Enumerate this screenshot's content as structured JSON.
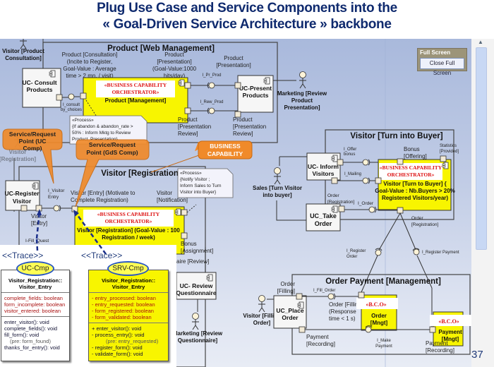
{
  "title": {
    "line1": "Plug Use Case and Service Components into the",
    "line2": "« Goal-Driven Service Architecture » backbone"
  },
  "full_screen": {
    "header": "Full Screen",
    "button": "Close Full Screen"
  },
  "page_number": "37",
  "packages": {
    "product": "Product [Web Management]",
    "registration": "Visitor [Registration]",
    "buyer": "Visitor [Turn into Buyer]",
    "order": "Order Payment [Management]"
  },
  "actors": {
    "visitor_product": [
      "Visitor [Product",
      "Consultation]"
    ],
    "marketing_review": [
      "Marketing [Review",
      "Product",
      "Presentation]"
    ],
    "sales": [
      "Sales [Turn Visitor",
      "into buyer]"
    ],
    "marketing_quest": [
      "Marketing [Review",
      "Questionnaire]"
    ],
    "visitor_filling": [
      "Visitor [Filling",
      "Order]"
    ],
    "visitor_registration": [
      "Visitor",
      "[Registration]"
    ]
  },
  "components": {
    "uc_consult": [
      "UC- Consult",
      "Products"
    ],
    "uc_present": [
      "UC-Present",
      "Products"
    ],
    "uc_register": [
      "UC-Register",
      "Visitor"
    ],
    "uc_inform": [
      "UC- Inform",
      "Visitors"
    ],
    "uc_take": [
      "UC_Take",
      "Order"
    ],
    "uc_review": [
      "UC- Review",
      "Questionnaire"
    ],
    "uc_place": [
      "UC_Place",
      "Order"
    ]
  },
  "orchestrators": {
    "stereotype": [
      "«BUSINESS CAPABILITY",
      "ORCHESTRATOR»"
    ],
    "bco": "«B.C.O»",
    "product": "Product [Management]",
    "registration": [
      "Visitor [Registration] (Goal-Value : 100",
      "Registration / week)"
    ],
    "buyer": [
      "Visitor [Turn to Buyer] {",
      "Goal-Value : Nb.Buyers > 20%",
      "Registered Visitors/year)"
    ],
    "order": [
      "Order",
      "[Mngt]"
    ],
    "payment": [
      "Payment",
      "[Mngt]"
    ]
  },
  "labels": {
    "product_consultation": [
      "Product [Consultation]",
      "(Incite to Register,",
      "Goal-Value : Average",
      "time > 2 mn. / visit)"
    ],
    "product_presentation_goal": [
      "Product",
      "[Presentation]",
      "(Goal-Value:1000",
      "hits/day)"
    ],
    "product_presentation": [
      "Product",
      "[Presentation]"
    ],
    "presentation_review": [
      "Product",
      "[Presentation",
      "Review]"
    ],
    "i_consult": [
      "I_consult",
      "by_choices"
    ],
    "i_pr_prod": "I_Pr_Prod",
    "i_rew_prod": "I_Rew_Prod",
    "i_visitor_entry": [
      "I_Visitor",
      "Entry"
    ],
    "visitor_entry_motivate": [
      "Visitor [Entry] (Motivate to",
      "Complete Registration)"
    ],
    "visitor_notification": [
      "Visitor",
      "[Notification]"
    ],
    "visitor_entry": [
      "Visitor",
      "[Entry]"
    ],
    "i_fill_quest": "I-Fill_Quest",
    "bonus_assignment": [
      "Bonus",
      "[Assignment]"
    ],
    "questionnaire_review": "aire [Review]",
    "i_offer_bonus": [
      "I_Offer",
      "bonus"
    ],
    "bonus_offering": [
      "Bonus",
      "[Offering]"
    ],
    "statistics": [
      "Statistics",
      "[Provided]"
    ],
    "i_mailing": "I_Mailing",
    "order_registration": [
      "Order",
      "[Registration]"
    ],
    "i_order": "I_Order",
    "i_register_order": [
      "I_Register",
      "Order"
    ],
    "i_register_payment": "I_Register Payment",
    "order_filling": [
      "Order",
      "[Filling]"
    ],
    "i_fill_order": "I_Fill_Order",
    "order_filling_resp": [
      "Order [Filling]",
      "(Response",
      "time < 1 s)"
    ],
    "payment_recording": [
      "Payment",
      "[Recording]"
    ],
    "i_make_payment": [
      "I_Make",
      "Payment"
    ]
  },
  "notes": {
    "abandon": [
      "«Process»",
      "{If abandon & abandon_rate >",
      "50% : Inform Mktg to Review",
      "Product_Presentation}"
    ],
    "notify": [
      "«Process»",
      "{Notify Visitor ;",
      "Inform Sales to Turn",
      "Visitor into Buyer}"
    ]
  },
  "callouts": {
    "uc_comp": [
      "Service/Request",
      "Point (UC",
      "Comp)"
    ],
    "gds_comp": [
      "Service/Request",
      "Point (GdS Comp)"
    ],
    "business_capability": [
      "BUSINESS",
      "CAPABILITY"
    ]
  },
  "trace_label": "<<Trace>>",
  "uc_class": {
    "tag": "UC-Cmp",
    "name": [
      "Visitor_Registration::",
      "Visitor_Entry"
    ],
    "attributes": [
      "complete_fields: boolean",
      "form_incomplete: boolean",
      "visitor_entered: boolean"
    ],
    "operations": [
      "enter_visitor(): void",
      "complete_fields(): void",
      "fill_form(): void",
      "(pre: form_found)",
      "thanks_for_entry(): void"
    ]
  },
  "srv_class": {
    "tag": "SRV-Cmp",
    "name": [
      "Visitor_Registration::",
      "Visitor_Entry"
    ],
    "attributes": [
      "-   entry_processed: boolean",
      "-   entry_requested: boolean",
      "-   form_registered: boolean",
      "-   form_validated: boolean"
    ],
    "operations": [
      "+   enter_visitor(): void",
      "-   process_entry(): void",
      "(pre: entry_requested)",
      "-   register_form(): void",
      "-   validate_form(): void"
    ]
  },
  "colors": {
    "title": "#0f2a6e",
    "callout": "#f08a2a",
    "orchestrator": "#f8f500",
    "stereotype_red": "#dd1111",
    "trace_ellipse": "#2a57c4"
  }
}
